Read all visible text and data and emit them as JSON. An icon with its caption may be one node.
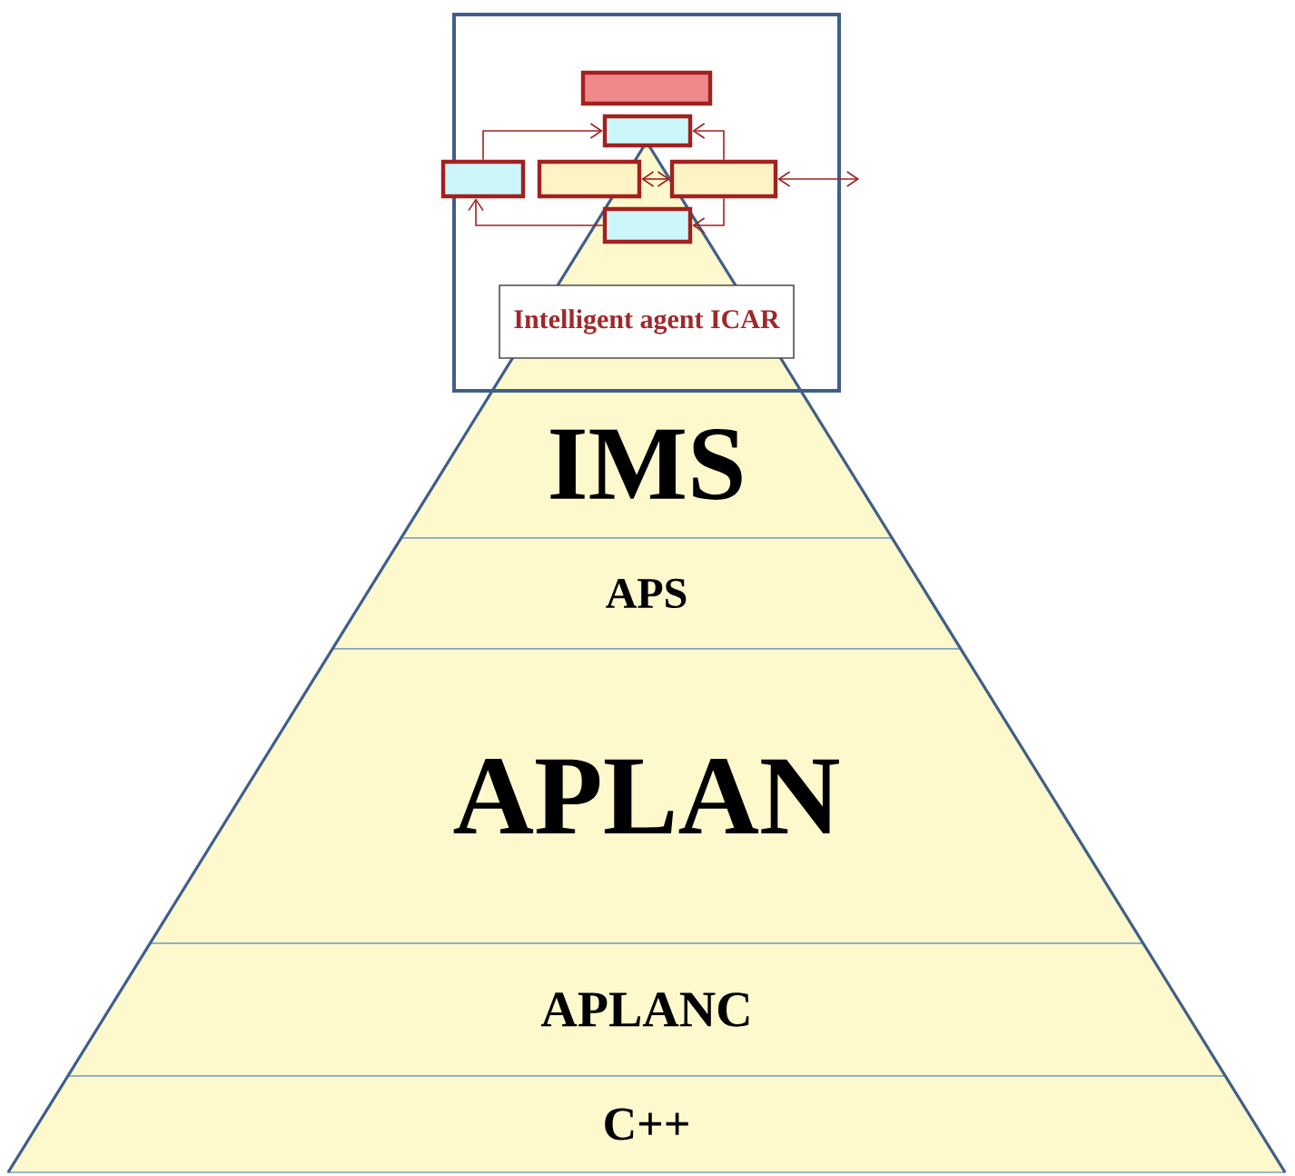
{
  "diagram": {
    "nodes": [
      {
        "text": [],
        "shape": "box"
      },
      {
        "text": [],
        "shape": "box",
        "in": 0
      },
      {
        "text": [],
        "shape": "box",
        "in": 0
      },
      {
        "text": [],
        "shape": "box",
        "in": 0
      },
      {
        "text": [],
        "shape": "box",
        "in": 0
      },
      {
        "text": [],
        "shape": "box",
        "in": 0
      },
      {
        "text": [],
        "shape": "box",
        "in": 0
      },
      {
        "text": [
          "Intelligent agent ICAR"
        ],
        "in": 0
      },
      {
        "text": [
          "IMS"
        ]
      },
      {
        "text": [
          "APS"
        ]
      },
      {
        "text": [
          "APLAN"
        ]
      },
      {
        "text": [
          "APLANC"
        ]
      },
      {
        "text": [
          "C++"
        ]
      }
    ],
    "edges": [
      {
        "from": 3,
        "to": 2,
        "arrow": "to"
      },
      {
        "from": 6,
        "to": 3,
        "arrow": "to"
      },
      {
        "from": 4,
        "to": 5,
        "arrow": "both"
      },
      {
        "from": 5,
        "to": 2,
        "arrow": "to"
      },
      {
        "from": 5,
        "to": 6,
        "arrow": "to"
      },
      {
        "from": 5,
        "to": null,
        "arrow": "both"
      }
    ]
  }
}
